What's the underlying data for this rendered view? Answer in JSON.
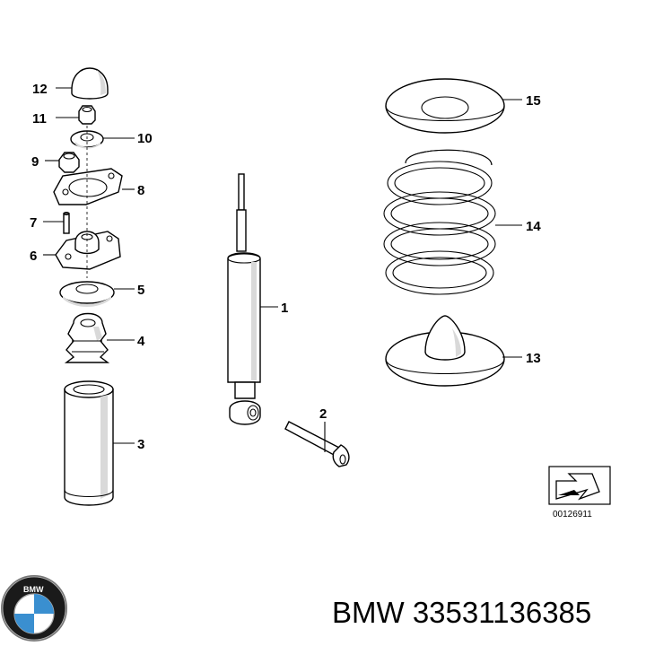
{
  "diagram": {
    "callouts": [
      "1",
      "2",
      "3",
      "4",
      "5",
      "6",
      "7",
      "8",
      "9",
      "10",
      "11",
      "12",
      "13",
      "14",
      "15"
    ],
    "reference_code": "00126911"
  },
  "footer": {
    "brand": "BMW",
    "part_number": "33531136385",
    "logo_text": "BMW"
  }
}
